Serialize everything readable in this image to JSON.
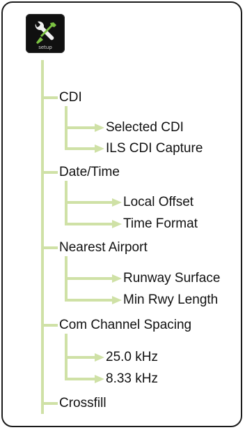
{
  "setup_icon": {
    "icon": "wrench-screwdriver-icon",
    "label": "setup"
  },
  "menu": [
    {
      "label": "CDI",
      "children": [
        "Selected CDI",
        "ILS CDI Capture"
      ]
    },
    {
      "label": "Date/Time",
      "children": [
        "Local Offset",
        "Time Format"
      ]
    },
    {
      "label": "Nearest Airport",
      "children": [
        "Runway Surface",
        "Min Rwy Length"
      ]
    },
    {
      "label": "Com Channel Spacing",
      "children": [
        "25.0 kHz",
        "8.33 kHz"
      ]
    },
    {
      "label": "Crossfill",
      "children": []
    }
  ],
  "colors": {
    "tree_line": "#cfe1a6",
    "arrow": "#cfe1a6",
    "border": "#1b1b1b"
  }
}
